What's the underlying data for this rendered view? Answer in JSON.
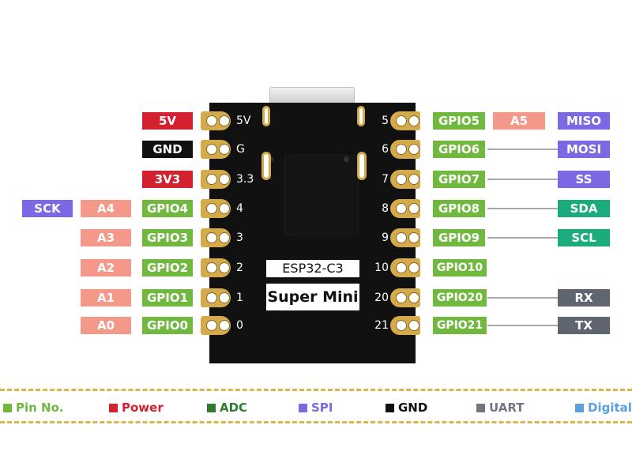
{
  "board": {
    "name": "ESP32-C3",
    "subtitle": "Super Mini",
    "left_pins": [
      {
        "num": "5V",
        "labels": [
          {
            "text": "5V",
            "kind": "power"
          }
        ]
      },
      {
        "num": "G",
        "labels": [
          {
            "text": "GND",
            "kind": "gnd"
          }
        ]
      },
      {
        "num": "3.3",
        "labels": [
          {
            "text": "3V3",
            "kind": "power"
          }
        ]
      },
      {
        "num": "4",
        "labels": [
          {
            "text": "GPIO4",
            "kind": "pin"
          },
          {
            "text": "A4",
            "kind": "adc"
          },
          {
            "text": "SCK",
            "kind": "spi"
          }
        ]
      },
      {
        "num": "3",
        "labels": [
          {
            "text": "GPIO3",
            "kind": "pin"
          },
          {
            "text": "A3",
            "kind": "adc"
          }
        ]
      },
      {
        "num": "2",
        "labels": [
          {
            "text": "GPIO2",
            "kind": "pin"
          },
          {
            "text": "A2",
            "kind": "adc"
          }
        ]
      },
      {
        "num": "1",
        "labels": [
          {
            "text": "GPIO1",
            "kind": "pin"
          },
          {
            "text": "A1",
            "kind": "adc"
          }
        ]
      },
      {
        "num": "0",
        "labels": [
          {
            "text": "GPIO0",
            "kind": "pin"
          },
          {
            "text": "A0",
            "kind": "adc"
          }
        ]
      }
    ],
    "right_pins": [
      {
        "num": "5",
        "labels": [
          {
            "text": "GPIO5",
            "kind": "pin"
          },
          {
            "text": "A5",
            "kind": "adc"
          },
          {
            "text": "MISO",
            "kind": "spi"
          }
        ]
      },
      {
        "num": "6",
        "labels": [
          {
            "text": "GPIO6",
            "kind": "pin"
          },
          {
            "text": "MOSI",
            "kind": "spi"
          }
        ]
      },
      {
        "num": "7",
        "labels": [
          {
            "text": "GPIO7",
            "kind": "pin"
          },
          {
            "text": "SS",
            "kind": "spi"
          }
        ]
      },
      {
        "num": "8",
        "labels": [
          {
            "text": "GPIO8",
            "kind": "pin"
          },
          {
            "text": "SDA",
            "kind": "i2c"
          }
        ]
      },
      {
        "num": "9",
        "labels": [
          {
            "text": "GPIO9",
            "kind": "pin"
          },
          {
            "text": "SCL",
            "kind": "i2c"
          }
        ]
      },
      {
        "num": "10",
        "labels": [
          {
            "text": "GPIO10",
            "kind": "pin"
          }
        ]
      },
      {
        "num": "20",
        "labels": [
          {
            "text": "GPIO20",
            "kind": "pin"
          },
          {
            "text": "RX",
            "kind": "uart"
          }
        ]
      },
      {
        "num": "21",
        "labels": [
          {
            "text": "GPIO21",
            "kind": "pin"
          },
          {
            "text": "TX",
            "kind": "uart"
          }
        ]
      }
    ]
  },
  "legend": [
    {
      "label": "Pin No.",
      "color": "#71b83f"
    },
    {
      "label": "Power",
      "color": "#d42130"
    },
    {
      "label": "ADC",
      "color": "#2e7d2e"
    },
    {
      "label": "SPI",
      "color": "#7b68e2"
    },
    {
      "label": "GND",
      "color": "#111111"
    },
    {
      "label": "UART",
      "color": "#6f7782"
    },
    {
      "label": "Digital",
      "color": "#5aa0e0"
    }
  ],
  "colors": {
    "power": "#d42130",
    "gnd": "#111111",
    "pin": "#71b83f",
    "adc": "#f4998a",
    "spi": "#7b68e2",
    "i2c": "#1bab7c",
    "uart": "#5f6670",
    "board": "#111111",
    "pad": "#d4aa4a",
    "legend_border": "#d8b64a"
  }
}
